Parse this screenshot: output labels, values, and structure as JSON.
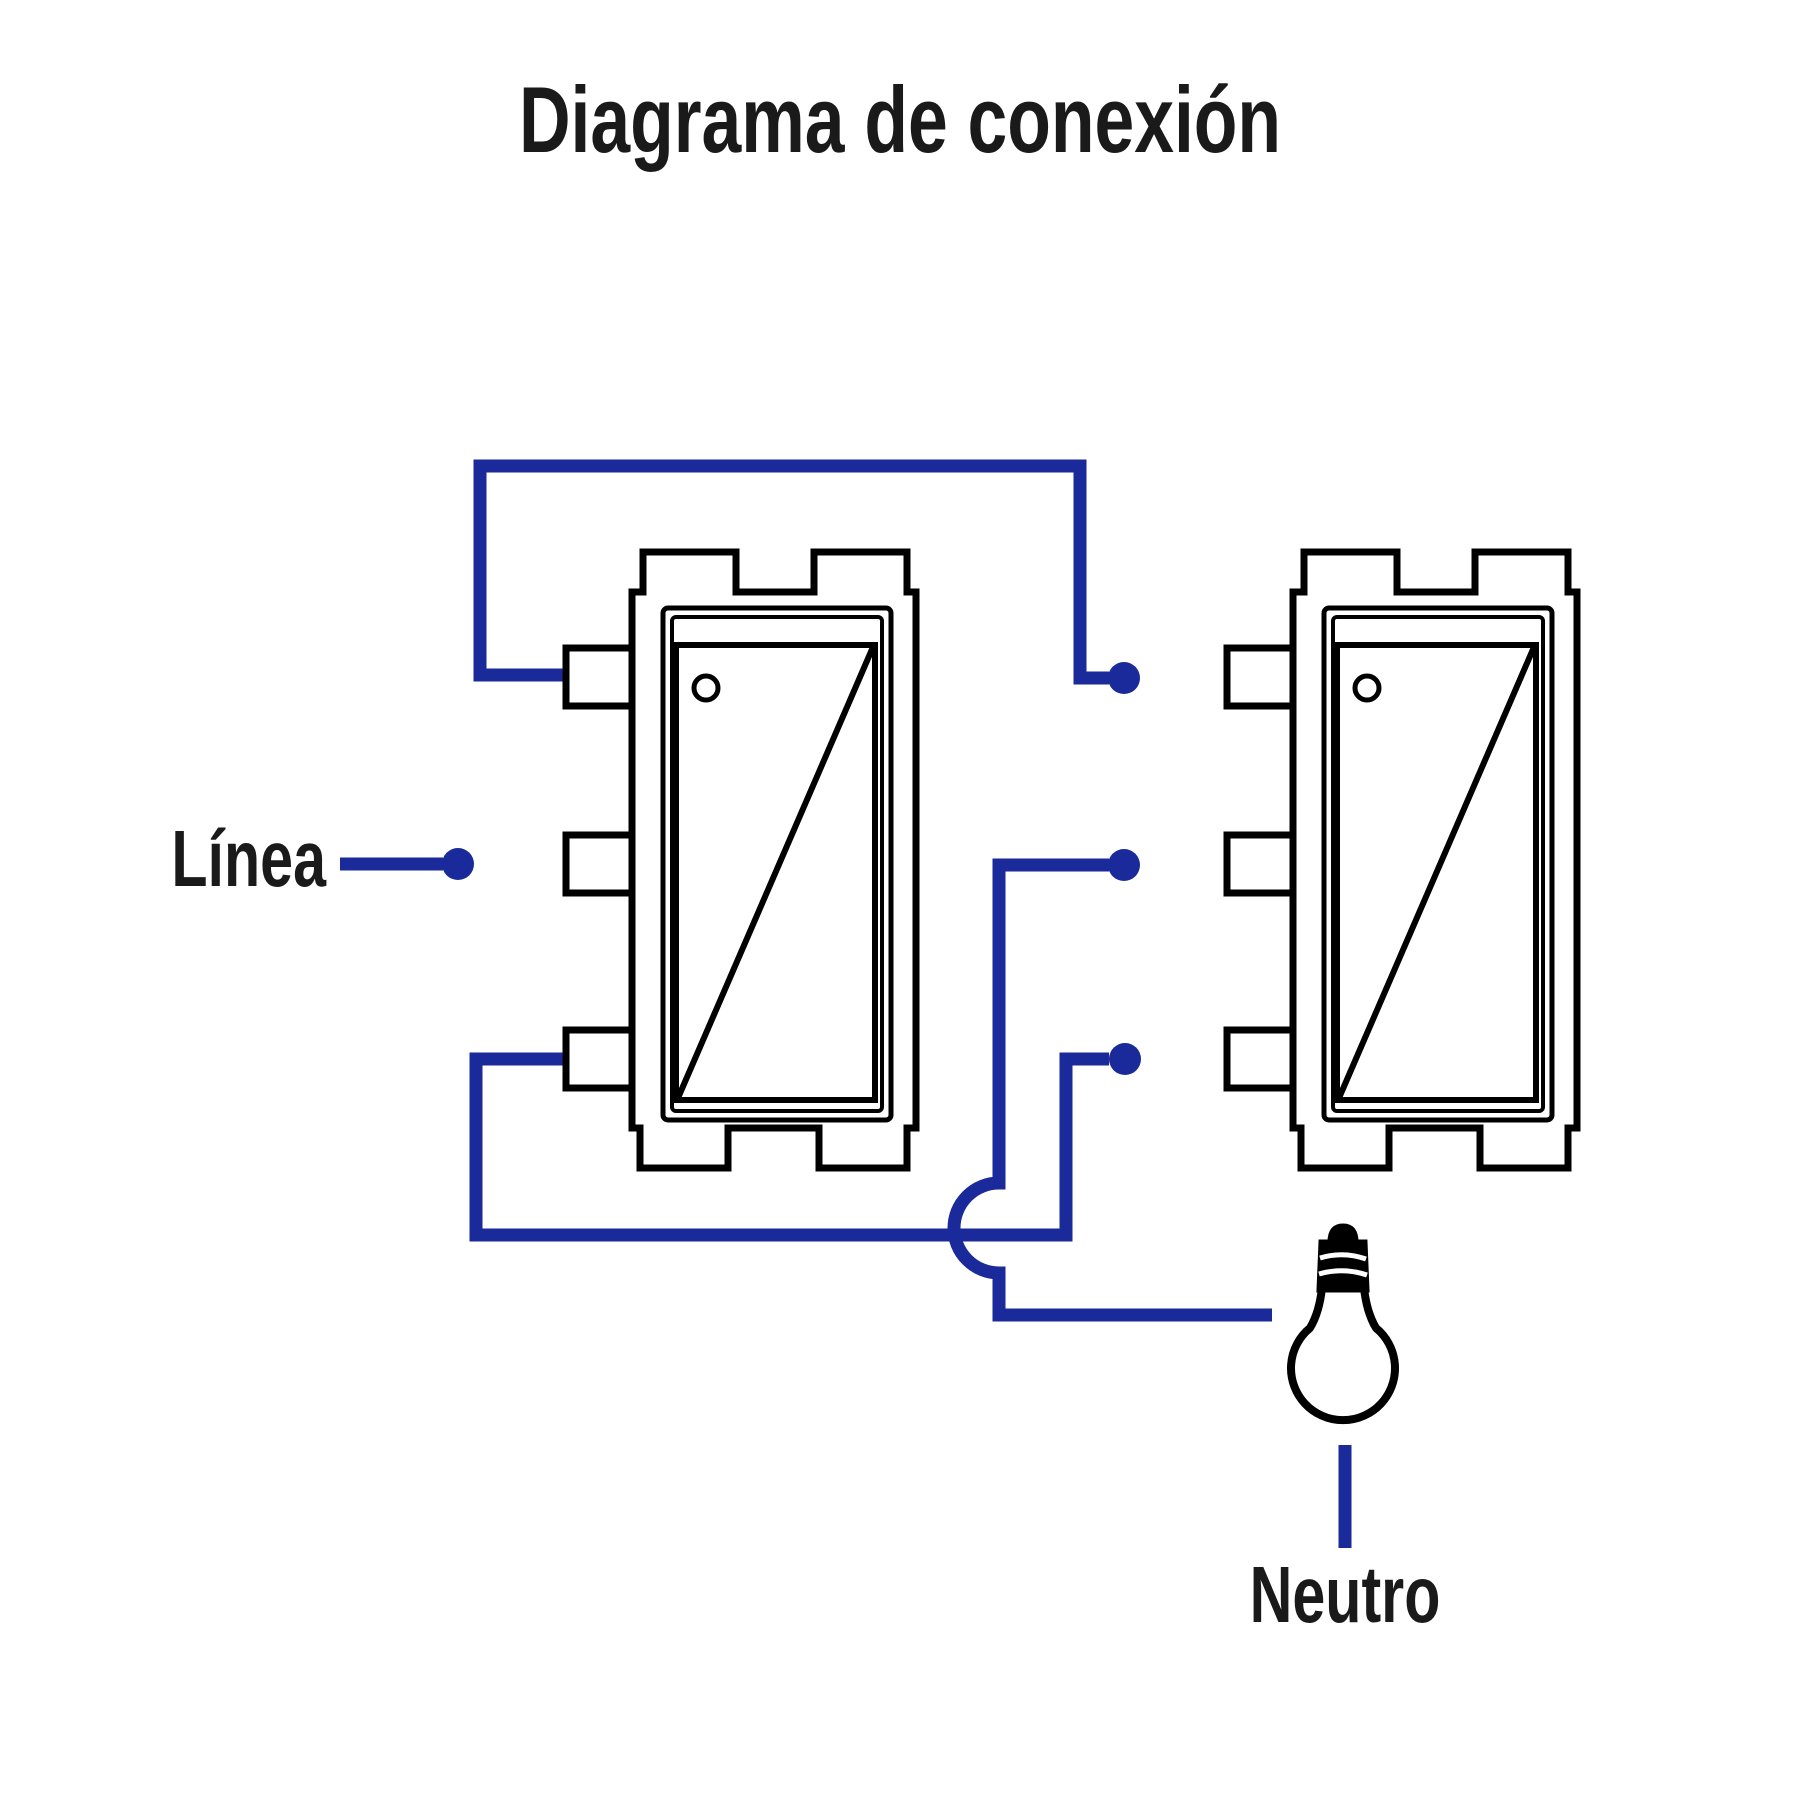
{
  "title": "Diagrama de conexión",
  "labels": {
    "line": "Línea",
    "neutral": "Neutro"
  },
  "colors": {
    "wire": "#1b2a9a",
    "outline": "#000000",
    "text": "#1a1a1a",
    "background": "#ffffff"
  },
  "diagram": {
    "type": "electrical-connection-diagram",
    "switches": [
      {
        "id": "switch-left",
        "terminals": 3
      },
      {
        "id": "switch-right",
        "terminals": 3
      }
    ],
    "junction_dots": 4,
    "lamp_icon": "light-bulb-icon",
    "crossover": "arc-hop"
  }
}
